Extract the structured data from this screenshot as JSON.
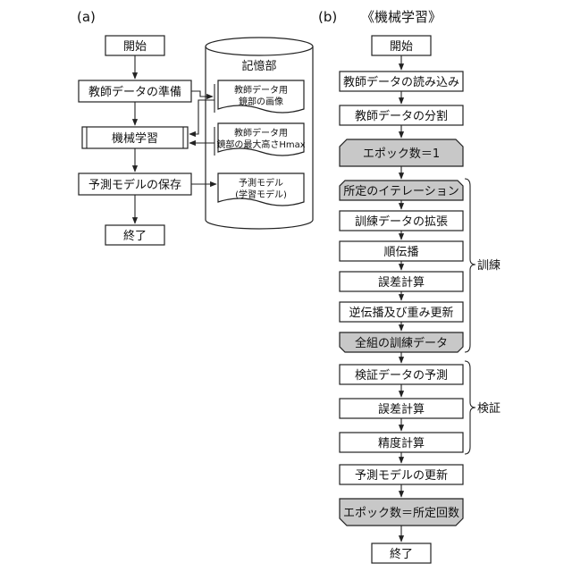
{
  "panel_a": {
    "label": "(a)",
    "start": "開始",
    "prepare": "教師データの準備",
    "ml": "機械学習",
    "save": "予測モデルの保存",
    "end": "終了",
    "storage": {
      "title": "記憶部",
      "doc1": [
        "教師データ用",
        "鏡部の画像"
      ],
      "doc2": [
        "教師データ用",
        "鏡部の最大高さHmax"
      ],
      "doc3": [
        "予測モデル",
        "(学習モデル)"
      ]
    }
  },
  "panel_b": {
    "label": "(b)",
    "title": "《機械学習》",
    "start": "開始",
    "load": "教師データの読み込み",
    "split": "教師データの分割",
    "epoch_init": "エポック数＝1",
    "iter_start": "所定のイテレーション",
    "augment": "訓練データの拡張",
    "forward": "順伝播",
    "error1": "誤差計算",
    "backprop": "逆伝播及び重み更新",
    "iter_end": "全組の訓練データ",
    "train_brace": "訓練",
    "predict": "検証データの予測",
    "error2": "誤差計算",
    "accuracy": "精度計算",
    "val_brace": "検証",
    "update": "予測モデルの更新",
    "epoch_end": "エポック数＝所定回数",
    "end": "終了"
  }
}
